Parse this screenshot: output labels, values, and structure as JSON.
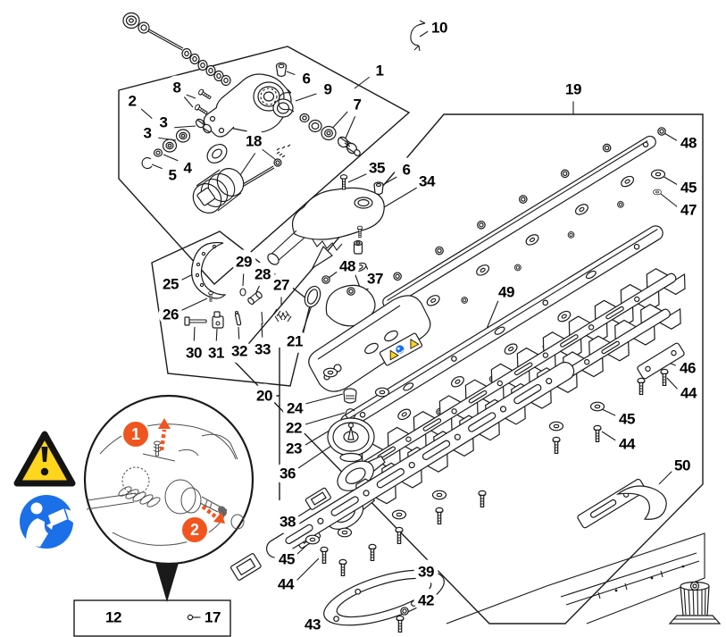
{
  "diagram": {
    "type": "exploded-parts-diagram",
    "part_labels": [
      "1",
      "2",
      "8",
      "3",
      "3",
      "4",
      "5",
      "18",
      "6",
      "9",
      "7",
      "10",
      "19",
      "48",
      "45",
      "47",
      "35",
      "6",
      "34",
      "48",
      "37",
      "49",
      "25",
      "26",
      "29",
      "28",
      "27",
      "30",
      "31",
      "32",
      "33",
      "21",
      "20",
      "24",
      "22",
      "23",
      "36",
      "38",
      "45",
      "44",
      "39",
      "42",
      "46",
      "44",
      "45",
      "44",
      "50",
      "12",
      "17",
      "43"
    ],
    "inset": {
      "badge_1": "1",
      "badge_2": "2"
    },
    "colors": {
      "line": "#1a1a1a",
      "background": "#ffffff",
      "accent_orange": "#F1551F",
      "safety_yellow": "#FFD51E",
      "manual_blue": "#1B6FE8"
    },
    "icons": {
      "warning_triangle": "warning-triangle-icon",
      "read_manual": "read-manual-icon",
      "detail_callout": "detail-circle-callout",
      "blade_warning_sticker": "warning-sticker"
    }
  }
}
